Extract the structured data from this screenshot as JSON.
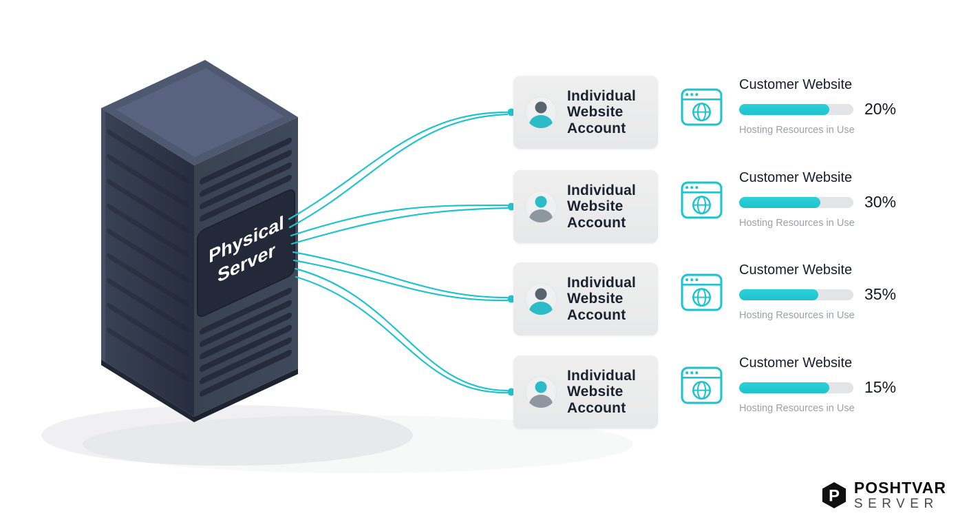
{
  "server": {
    "label_line1": "Physical",
    "label_line2": "Server"
  },
  "accounts": [
    {
      "label": "Individual Website Account",
      "icon_head": "#59626f",
      "icon_body": "#2cbcc8"
    },
    {
      "label": "Individual Website Account",
      "icon_head": "#2cbcc8",
      "icon_body": "#8e96a0"
    },
    {
      "label": "Individual Website Account",
      "icon_head": "#59626f",
      "icon_body": "#2cbcc8"
    },
    {
      "label": "Individual Website Account",
      "icon_head": "#2cbcc8",
      "icon_body": "#8e96a0"
    }
  ],
  "websites": [
    {
      "title": "Customer Website",
      "percent": "20%",
      "bar_fill": 79,
      "subtitle": "Hosting Resources in Use"
    },
    {
      "title": "Customer Website",
      "percent": "30%",
      "bar_fill": 71,
      "subtitle": "Hosting Resources in Use"
    },
    {
      "title": "Customer Website",
      "percent": "35%",
      "bar_fill": 69,
      "subtitle": "Hosting Resources in Use"
    },
    {
      "title": "Customer Website",
      "percent": "15%",
      "bar_fill": 79,
      "subtitle": "Hosting Resources in Use"
    }
  ],
  "logo": {
    "mark_letter": "P",
    "name": "POSHTVAR",
    "sub": "SERVER"
  },
  "colors": {
    "teal": "#1fc3cd",
    "server_dark": "#2c3345",
    "server_mid": "#3a4357",
    "server_top": "#4e5871",
    "card_bg": "#ececec"
  }
}
